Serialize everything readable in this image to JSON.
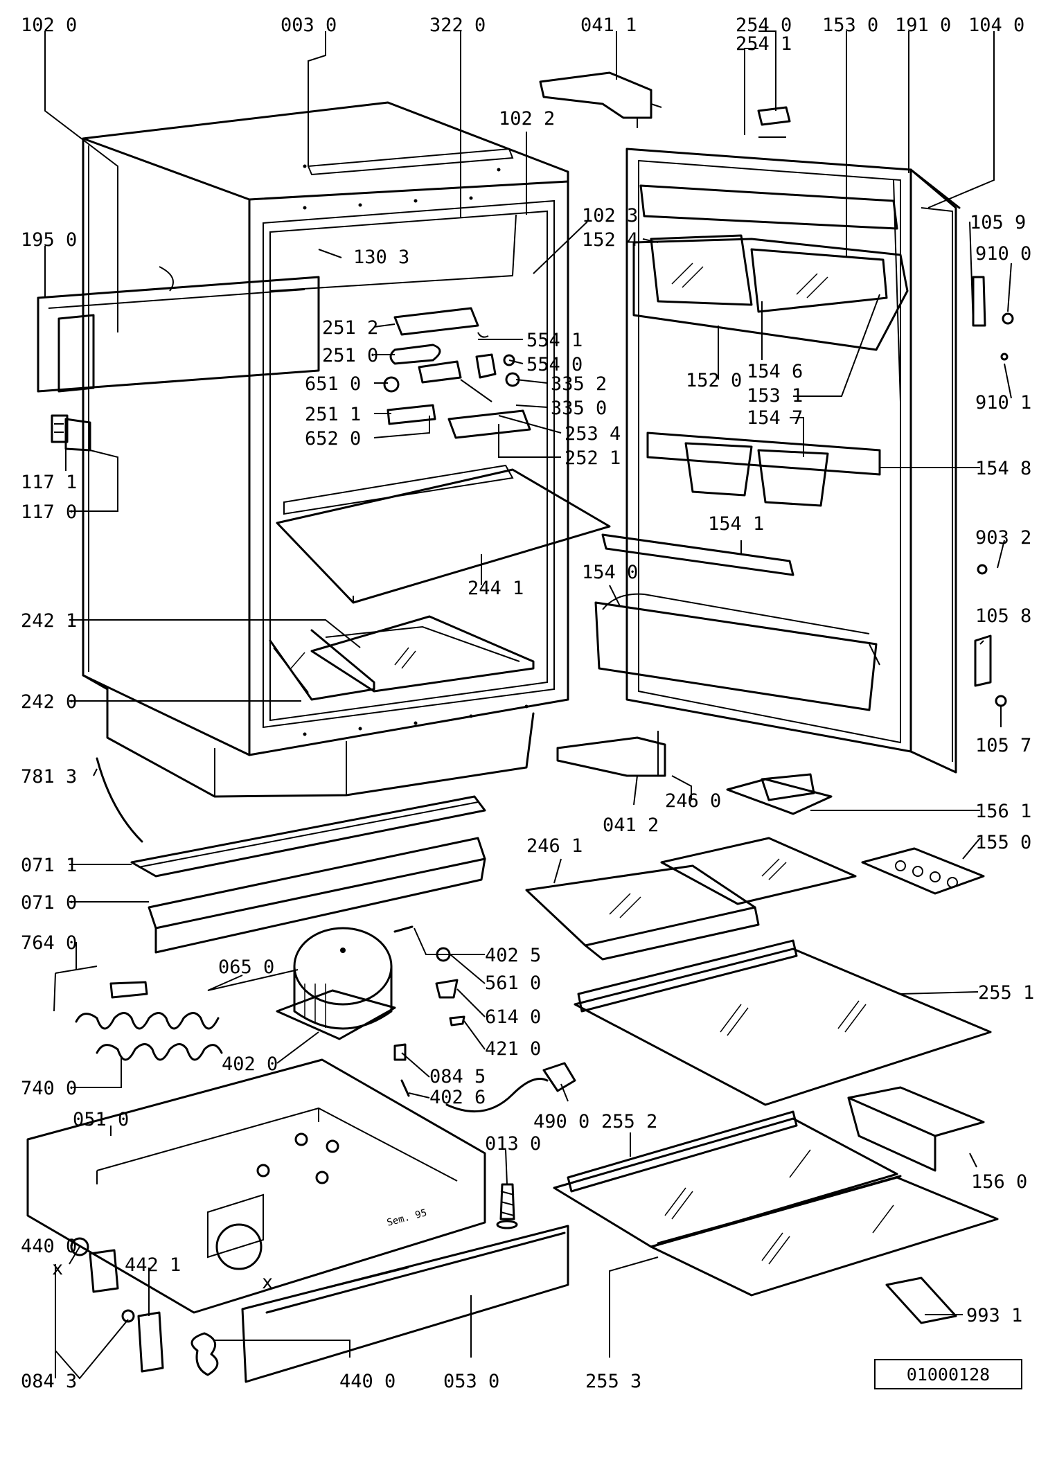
{
  "diagram": {
    "reference_number": "01000128",
    "labels": [
      {
        "id": "l01",
        "text": "102 0"
      },
      {
        "id": "l02",
        "text": "003 0"
      },
      {
        "id": "l03",
        "text": "322 0"
      },
      {
        "id": "l04",
        "text": "041 1"
      },
      {
        "id": "l05",
        "text": "254 0"
      },
      {
        "id": "l06",
        "text": "254 1"
      },
      {
        "id": "l07",
        "text": "153 0"
      },
      {
        "id": "l08",
        "text": "191 0"
      },
      {
        "id": "l09",
        "text": "104 0"
      },
      {
        "id": "l10",
        "text": "102 2"
      },
      {
        "id": "l11",
        "text": "102 3"
      },
      {
        "id": "l12",
        "text": "152 4"
      },
      {
        "id": "l13",
        "text": "105 9"
      },
      {
        "id": "l14",
        "text": "195 0"
      },
      {
        "id": "l15",
        "text": "130 3"
      },
      {
        "id": "l16",
        "text": "910 0"
      },
      {
        "id": "l17",
        "text": "251 2"
      },
      {
        "id": "l18",
        "text": "554 1"
      },
      {
        "id": "l19",
        "text": "251 0"
      },
      {
        "id": "l20",
        "text": "554 0"
      },
      {
        "id": "l21",
        "text": "651 0"
      },
      {
        "id": "l22",
        "text": "335 2"
      },
      {
        "id": "l23",
        "text": "152 0"
      },
      {
        "id": "l24",
        "text": "154 6"
      },
      {
        "id": "l25",
        "text": "153 1"
      },
      {
        "id": "l26",
        "text": "910 1"
      },
      {
        "id": "l27",
        "text": "251 1"
      },
      {
        "id": "l28",
        "text": "335 0"
      },
      {
        "id": "l29",
        "text": "154 7"
      },
      {
        "id": "l30",
        "text": "652 0"
      },
      {
        "id": "l31",
        "text": "253 4"
      },
      {
        "id": "l32",
        "text": "252 1"
      },
      {
        "id": "l33",
        "text": "117 1"
      },
      {
        "id": "l34",
        "text": "154 8"
      },
      {
        "id": "l35",
        "text": "117 0"
      },
      {
        "id": "l36",
        "text": "154 1"
      },
      {
        "id": "l37",
        "text": "903 2"
      },
      {
        "id": "l38",
        "text": "154 0"
      },
      {
        "id": "l39",
        "text": "244 1"
      },
      {
        "id": "l40",
        "text": "242 1"
      },
      {
        "id": "l41",
        "text": "105 8"
      },
      {
        "id": "l42",
        "text": "242 0"
      },
      {
        "id": "l43",
        "text": "105 7"
      },
      {
        "id": "l44",
        "text": "781 3"
      },
      {
        "id": "l45",
        "text": "246 0"
      },
      {
        "id": "l46",
        "text": "156 1"
      },
      {
        "id": "l47",
        "text": "041 2"
      },
      {
        "id": "l48",
        "text": "246 1"
      },
      {
        "id": "l49",
        "text": "155 0"
      },
      {
        "id": "l50",
        "text": "071 1"
      },
      {
        "id": "l51",
        "text": "071 0"
      },
      {
        "id": "l52",
        "text": "402 5"
      },
      {
        "id": "l53",
        "text": "764 0"
      },
      {
        "id": "l54",
        "text": "561 0"
      },
      {
        "id": "l55",
        "text": "065 0"
      },
      {
        "id": "l56",
        "text": "614 0"
      },
      {
        "id": "l57",
        "text": "255 1"
      },
      {
        "id": "l58",
        "text": "421 0"
      },
      {
        "id": "l59",
        "text": "402 0"
      },
      {
        "id": "l60",
        "text": "084 5"
      },
      {
        "id": "l61",
        "text": "402 6"
      },
      {
        "id": "l62",
        "text": "740 0"
      },
      {
        "id": "l63",
        "text": "490 0"
      },
      {
        "id": "l64",
        "text": "051 0"
      },
      {
        "id": "l65",
        "text": "255 2"
      },
      {
        "id": "l66",
        "text": "013 0"
      },
      {
        "id": "l67",
        "text": "156 0"
      },
      {
        "id": "l68",
        "text": "440 0"
      },
      {
        "id": "l69",
        "text": "442 1"
      },
      {
        "id": "l70",
        "text": "993 1"
      },
      {
        "id": "l71",
        "text": "084 3"
      },
      {
        "id": "l72",
        "text": "440 0"
      },
      {
        "id": "l73",
        "text": "053 0"
      },
      {
        "id": "l74",
        "text": "255 3"
      }
    ],
    "markers": {
      "x_mark": "x",
      "stamp": "Sem. 95"
    }
  }
}
